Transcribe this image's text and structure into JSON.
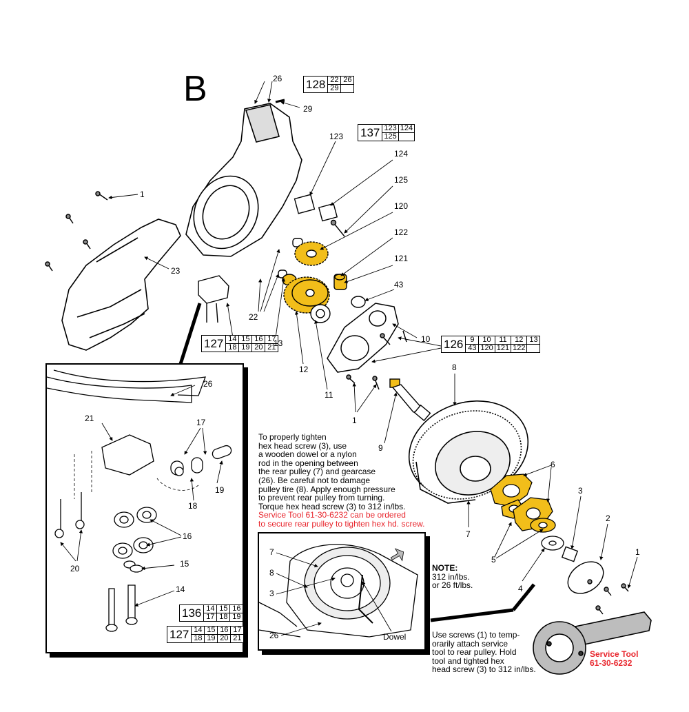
{
  "section_letter": "B",
  "colors": {
    "gold": "#f2be1a",
    "red": "#e8262d",
    "tool_gray": "#bdbdbd"
  },
  "kits": {
    "k128": {
      "id": "128",
      "items": [
        "22",
        "26",
        "29",
        ""
      ]
    },
    "k137": {
      "id": "137",
      "items": [
        "123",
        "124",
        "125",
        ""
      ]
    },
    "k127_top": {
      "id": "127",
      "items": [
        "14",
        "15",
        "16",
        "17",
        "18",
        "19",
        "20",
        "21"
      ]
    },
    "k126": {
      "id": "126",
      "items": [
        "9",
        "10",
        "11",
        "12",
        "13",
        "43",
        "120",
        "121",
        "122",
        ""
      ]
    },
    "k136": {
      "id": "136",
      "items": [
        "14",
        "15",
        "16",
        "17",
        "18",
        "19"
      ]
    },
    "k127_inset": {
      "id": "127",
      "items": [
        "14",
        "15",
        "16",
        "17",
        "18",
        "19",
        "20",
        "21"
      ]
    }
  },
  "callouts": {
    "c26_top": "26",
    "c29": "29",
    "c1_a": "1",
    "c23": "23",
    "c123": "123",
    "c124": "124",
    "c125": "125",
    "c120": "120",
    "c122": "122",
    "c121": "121",
    "c43": "43",
    "c22": "22",
    "c13": "13",
    "c12": "12",
    "c11": "11",
    "c10": "10",
    "c1_b": "1",
    "c9": "9",
    "c8": "8",
    "c6": "6",
    "c3": "3",
    "c2": "2",
    "c1_c": "1",
    "c7": "7",
    "c5": "5",
    "c4": "4",
    "i26": "26",
    "i21": "21",
    "i17": "17",
    "i19": "19",
    "i18": "18",
    "i16": "16",
    "i20": "20",
    "i15": "15",
    "i14": "14",
    "p7": "7",
    "p8": "8",
    "p3": "3",
    "p26": "26",
    "dowel": "Dowel"
  },
  "instructions": {
    "lines": [
      "To properly tighten",
      "hex head screw (3), use",
      "a wooden dowel or a nylon",
      "rod in the opening between",
      "the rear pulley (7) and gearcase",
      "(26). Be careful not to damage",
      "pulley tire (8). Apply enough pressure",
      "to prevent rear pulley from turning.",
      "Torque hex head screw (3) to 312 in/lbs."
    ],
    "service_line1": "Service Tool 61-30-6232 can be ordered",
    "service_line2": "to secure rear pulley to tighten hex hd. screw."
  },
  "note": {
    "title": "NOTE:",
    "line1": "312 in/lbs.",
    "line2": "or 26 ft/lbs."
  },
  "tool_text": {
    "lines": [
      "Use screws (1) to temp-",
      "orarily attach service",
      "tool to rear pulley. Hold",
      "tool and tighted hex",
      "head screw (3) to 312 in/lbs."
    ],
    "label1": "Service Tool",
    "label2": "61-30-6232"
  }
}
